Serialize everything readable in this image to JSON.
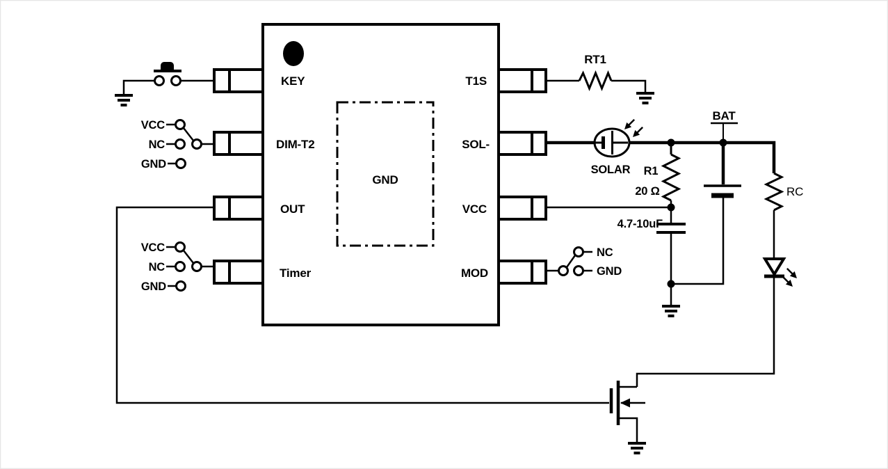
{
  "ic": {
    "left_pins": [
      "KEY",
      "DIM-T2",
      "OUT",
      "Timer"
    ],
    "right_pins": [
      "T1S",
      "SOL-",
      "VCC",
      "MOD"
    ],
    "thermal_pad_label": "GND"
  },
  "switches": {
    "dim_t2": [
      "VCC",
      "NC",
      "GND"
    ],
    "timer": [
      "VCC",
      "NC",
      "GND"
    ],
    "mod": [
      "NC",
      "GND"
    ]
  },
  "components": {
    "rt1_label": "RT1",
    "solar_label": "SOLAR",
    "r1_label": "R1",
    "r1_value": "20 Ω",
    "cap_value": "4.7-10uF",
    "battery_label": "BAT",
    "rc_label": "RC"
  },
  "colors": {
    "ink": "#000000",
    "paper": "#ffffff",
    "page_border": "#e6e6e6"
  }
}
